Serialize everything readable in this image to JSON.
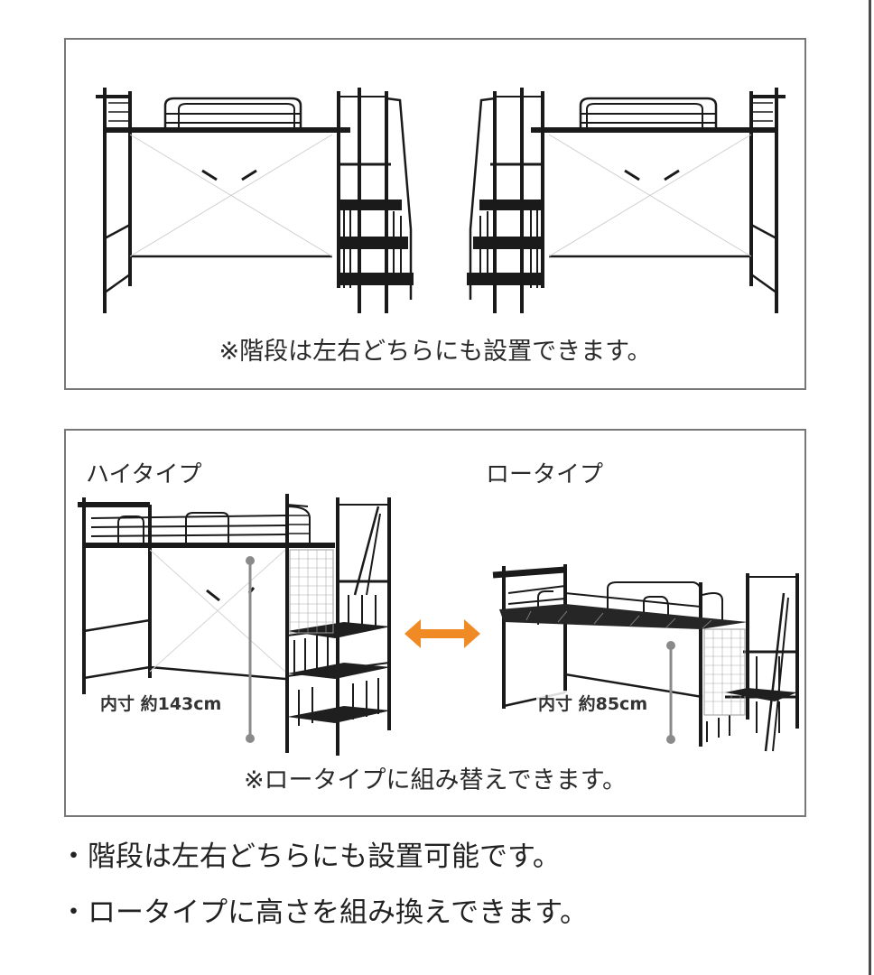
{
  "panel_top": {
    "caption": "※階段は左右どちらにも設置できます。",
    "illustrations": [
      {
        "name": "loft-bed-stairs-right",
        "description": "Loft bed with stair shelf on right side"
      },
      {
        "name": "loft-bed-stairs-left",
        "description": "Loft bed with stair shelf on left side"
      }
    ]
  },
  "panel_bottom": {
    "high_type": {
      "label": "ハイタイプ",
      "dimension": "内寸 約143cm"
    },
    "low_type": {
      "label": "ロータイプ",
      "dimension": "内寸 約85cm"
    },
    "arrow_icon": "double-arrow-icon",
    "arrow_color": "#f08a24",
    "caption": "※ロータイプに組み替えできます。"
  },
  "bullets": [
    "・階段は左右どちらにも設置可能です。",
    "・ロータイプに高さを組み換えできます。"
  ],
  "colors": {
    "frame": "#1a1a1a",
    "border": "#777777",
    "dimension_line": "#8a8a8a",
    "accent": "#f08a24"
  }
}
